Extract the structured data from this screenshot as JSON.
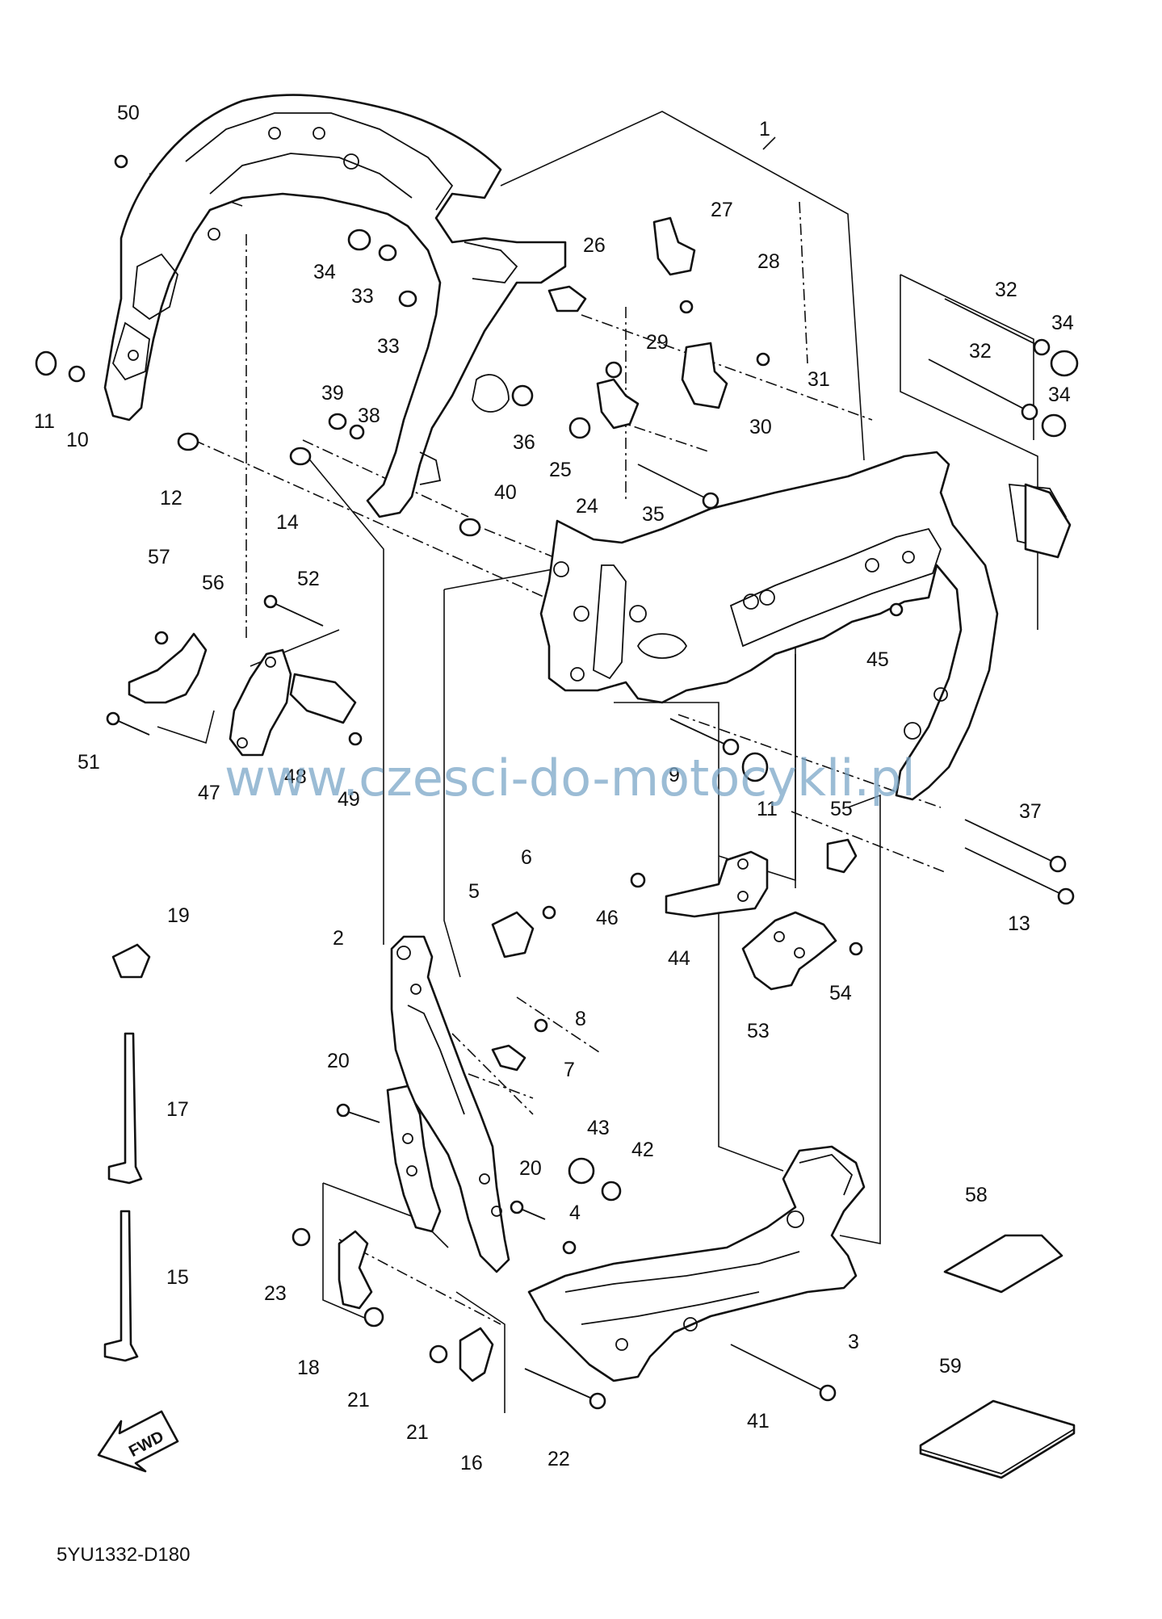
{
  "diagram": {
    "part_numbers": [
      "1",
      "2",
      "3",
      "4",
      "5",
      "6",
      "7",
      "8",
      "9",
      "10",
      "11",
      "12",
      "13",
      "14",
      "15",
      "16",
      "17",
      "18",
      "19",
      "20",
      "21",
      "22",
      "23",
      "24",
      "25",
      "26",
      "27",
      "28",
      "29",
      "30",
      "31",
      "32",
      "33",
      "34",
      "35",
      "36",
      "37",
      "38",
      "39",
      "40",
      "41",
      "42",
      "43",
      "44",
      "45",
      "46",
      "47",
      "48",
      "49",
      "50",
      "51",
      "52",
      "53",
      "54",
      "55",
      "56",
      "57",
      "58",
      "59"
    ],
    "labels": {
      "p1": "1",
      "p2": "2",
      "p3": "3",
      "p4": "4",
      "p5": "5",
      "p6": "6",
      "p7": "7",
      "p8": "8",
      "p9": "9",
      "p10": "10",
      "p11a": "11",
      "p11b": "11",
      "p12": "12",
      "p13": "13",
      "p14": "14",
      "p15": "15",
      "p16": "16",
      "p17": "17",
      "p18": "18",
      "p19": "19",
      "p20a": "20",
      "p20b": "20",
      "p21a": "21",
      "p21b": "21",
      "p22": "22",
      "p23": "23",
      "p24": "24",
      "p25": "25",
      "p26": "26",
      "p27": "27",
      "p28": "28",
      "p29": "29",
      "p30": "30",
      "p31": "31",
      "p32a": "32",
      "p32b": "32",
      "p33a": "33",
      "p33b": "33",
      "p34a": "34",
      "p34b": "34",
      "p34c": "34",
      "p35": "35",
      "p36": "36",
      "p37": "37",
      "p38": "38",
      "p39": "39",
      "p40": "40",
      "p41": "41",
      "p42": "42",
      "p43": "43",
      "p44": "44",
      "p45": "45",
      "p46": "46",
      "p47": "47",
      "p48": "48",
      "p49": "49",
      "p50": "50",
      "p51": "51",
      "p52": "52",
      "p53": "53",
      "p54": "54",
      "p55": "55",
      "p56": "56",
      "p57": "57",
      "p58": "58",
      "p59": "59"
    },
    "fwd_label": "FWD",
    "diagram_code": "5YU1332-D180",
    "watermark": "www.czesci-do-motocykli.pl"
  }
}
